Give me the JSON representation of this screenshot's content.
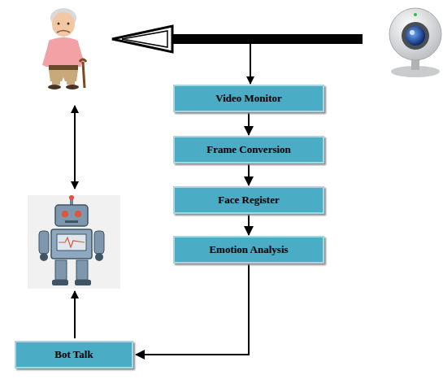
{
  "diagram": {
    "nodes": [
      {
        "text": [
          "Video Monitor"
        ]
      },
      {
        "text": [
          "Frame Conversion"
        ]
      },
      {
        "text": [
          "Face Register"
        ]
      },
      {
        "text": [
          "Emotion Analysis"
        ]
      },
      {
        "text": [
          "Bot Talk"
        ]
      }
    ],
    "edges": [
      {
        "from": 0,
        "to": 1,
        "arrow": "to"
      },
      {
        "from": 1,
        "to": 2,
        "arrow": "to"
      },
      {
        "from": 2,
        "to": 3,
        "arrow": "to"
      },
      {
        "from": 3,
        "to": 4,
        "arrow": "to"
      }
    ]
  }
}
